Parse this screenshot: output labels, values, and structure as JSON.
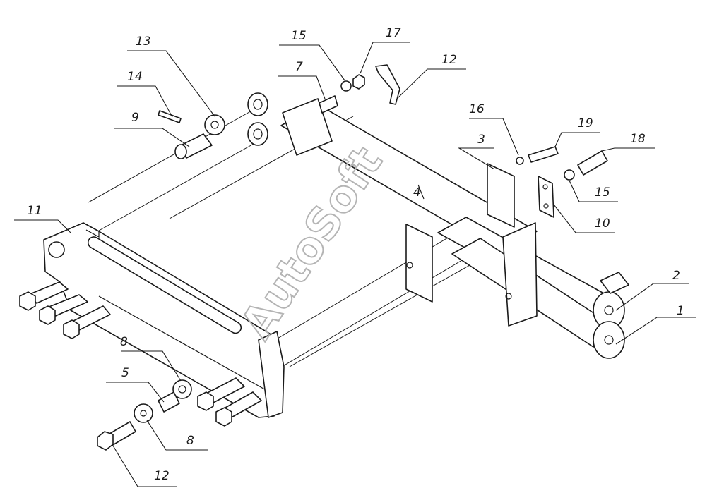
{
  "watermark": "AutoSoft",
  "callouts": {
    "c1": "1",
    "c2": "2",
    "c3": "3",
    "c4": "4",
    "c5": "5",
    "c7": "7",
    "c8a": "8",
    "c8b": "8",
    "c9": "9",
    "c10": "10",
    "c11": "11",
    "c12a": "12",
    "c12b": "12",
    "c13": "13",
    "c14": "14",
    "c15a": "15",
    "c15b": "15",
    "c16": "16",
    "c17": "17",
    "c18": "18",
    "c19": "19"
  }
}
